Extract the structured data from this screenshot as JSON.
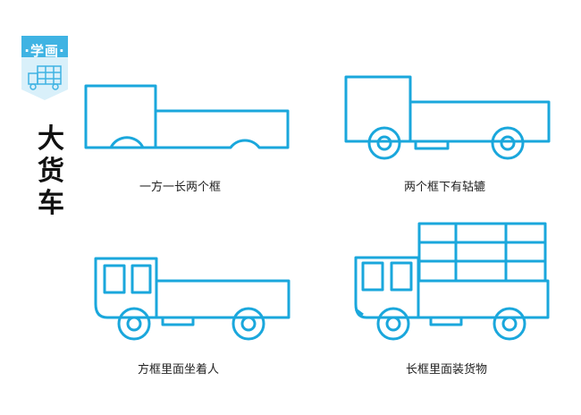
{
  "badge": {
    "label": "·学画·"
  },
  "title": {
    "chars": [
      "大",
      "货",
      "车"
    ]
  },
  "steps": [
    {
      "caption": "一方一长两个框"
    },
    {
      "caption": "两个框下有轱辘"
    },
    {
      "caption": "方框里面坐着人"
    },
    {
      "caption": "长框里面装货物"
    }
  ],
  "colors": {
    "line": "#1aa7dc",
    "badge": "#3fb3e3",
    "badge_light": "#d9f0fa"
  }
}
